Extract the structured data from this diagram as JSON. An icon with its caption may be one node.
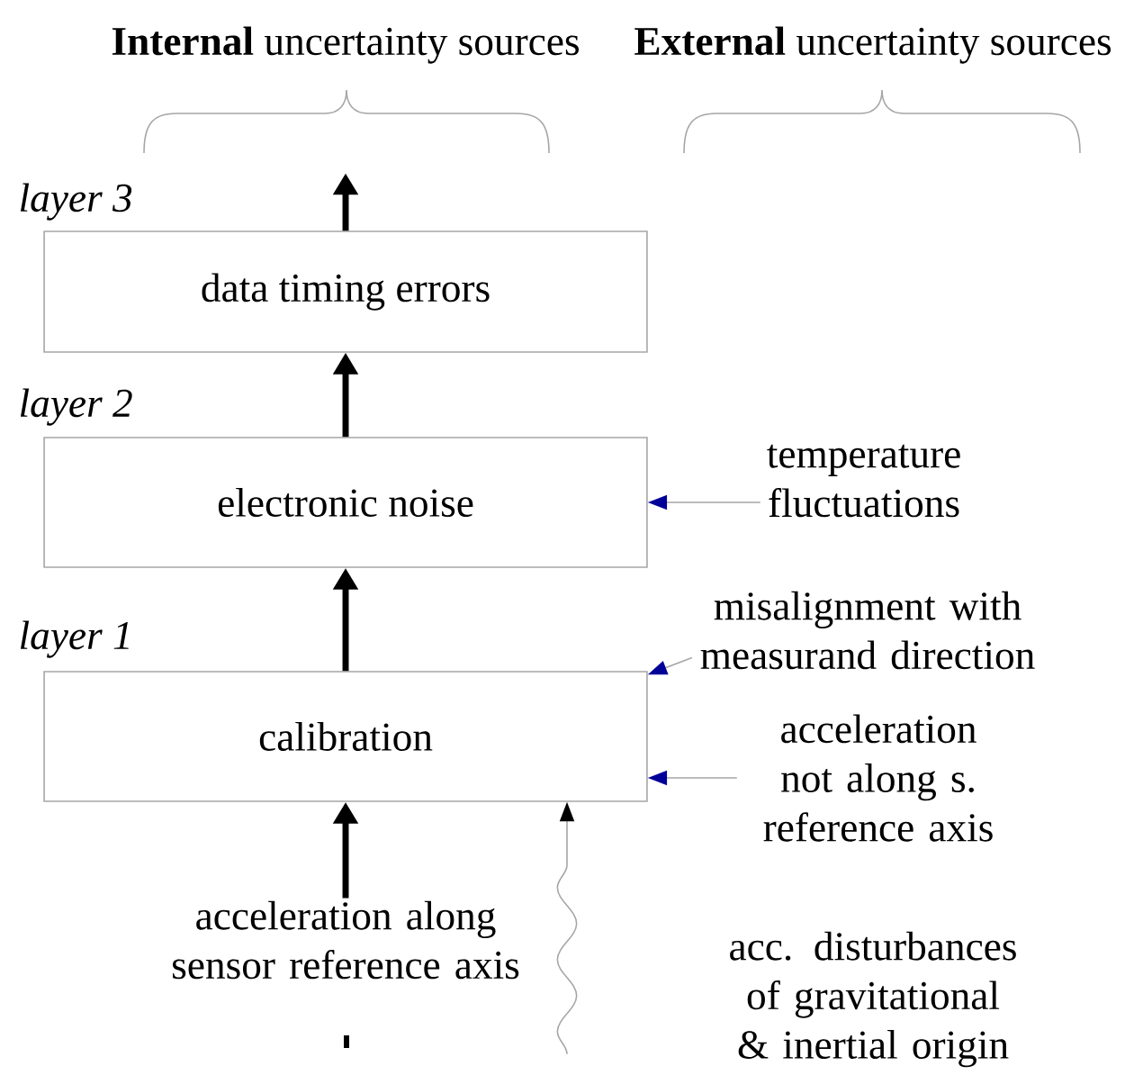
{
  "diagram": {
    "nodes": [
      {
        "text": [
          "data timing errors"
        ]
      },
      {
        "text": [
          "electronic noise"
        ]
      },
      {
        "text": [
          "calibration"
        ]
      },
      {
        "text": [
          "temperature fluctuations"
        ]
      },
      {
        "text": [
          "misalignment with measurand direction"
        ]
      },
      {
        "text": [
          "acceleration not along s. reference axis"
        ]
      },
      {
        "text": [
          "acceleration along sensor reference axis"
        ]
      }
    ],
    "edges": [
      {
        "from": 0,
        "to": null,
        "arrow": "to",
        "style": "thick",
        "color": "#000000"
      },
      {
        "from": 1,
        "to": 0,
        "arrow": "to",
        "style": "thick",
        "color": "#000000"
      },
      {
        "from": 2,
        "to": 1,
        "arrow": "to",
        "style": "thick",
        "color": "#000000"
      },
      {
        "from": 6,
        "to": 2,
        "arrow": "to",
        "style": "thick",
        "color": "#000000"
      },
      {
        "from": 3,
        "to": 1,
        "arrow": "to",
        "color": "#a6a6a6"
      },
      {
        "from": 4,
        "to": 2,
        "arrow": "to",
        "color": "#a6a6a6"
      },
      {
        "from": 5,
        "to": 2,
        "arrow": "to",
        "color": "#a6a6a6"
      },
      {
        "from": null,
        "to": 2,
        "arrow": "to",
        "color": "#a6a6a6"
      }
    ],
    "labels": [
      "**Internal** uncertainty sources",
      "**External** uncertainty sources",
      "layer 3",
      "layer 2",
      "layer 1",
      "acc. disturbances of gravitational & inertial origin"
    ]
  }
}
